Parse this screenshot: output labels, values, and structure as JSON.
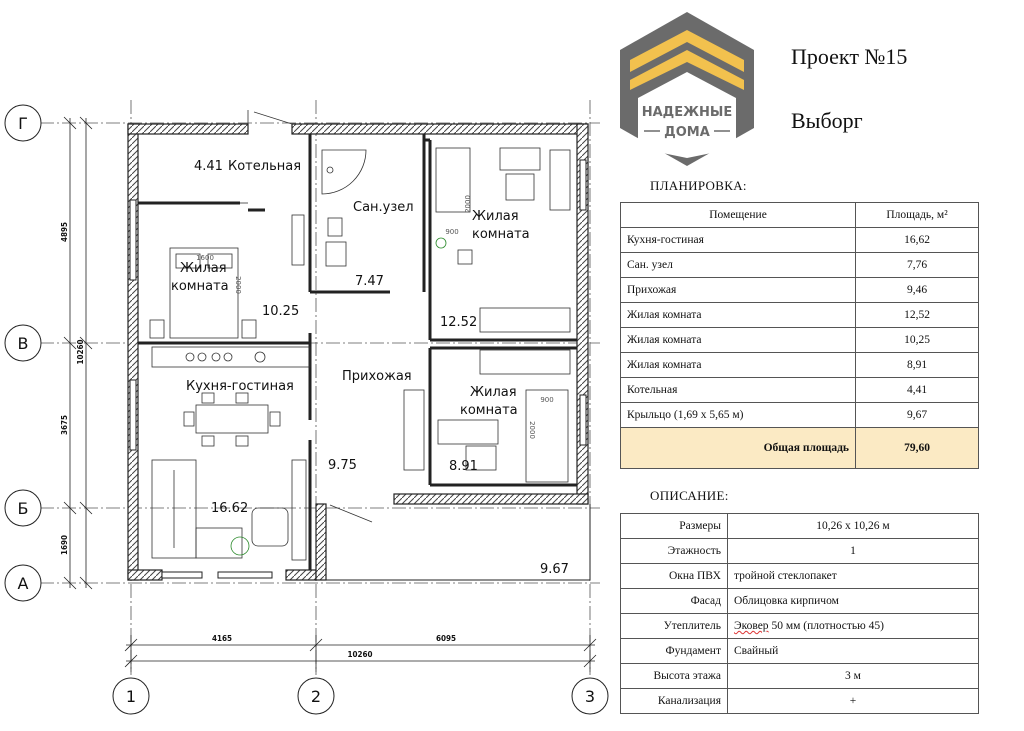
{
  "header": {
    "project_title": "Проект №15",
    "city": "Выборг",
    "logo_line1": "НАДЕЖНЫЕ",
    "logo_line2": "ДОМА"
  },
  "plan": {
    "axes_rows": [
      "Г",
      "В",
      "Б",
      "А"
    ],
    "axes_cols": [
      "1",
      "2",
      "3"
    ],
    "dims_left": {
      "d1": "4895",
      "d2": "3675",
      "d3": "1690",
      "total": "10260"
    },
    "dims_bottom": {
      "d1": "4165",
      "d2": "6095",
      "total": "10260"
    },
    "rooms": {
      "boiler_name": "Котельная",
      "boiler_area": "4.41",
      "bath_name": "Сан.узел",
      "bath_area": "7.47",
      "bed_ne_line1": "Жилая",
      "bed_ne_line2": "комната",
      "bed_ne_area": "12.52",
      "bed_w_line1": "Жилая",
      "bed_w_line2": "комната",
      "bed_w_area": "10.25",
      "kitchen_name": "Кухня-гостиная",
      "kitchen_area": "16.62",
      "hall_name": "Прихожая",
      "hall_area": "9.75",
      "bed_se_line1": "Жилая",
      "bed_se_line2": "комната",
      "bed_se_area": "8.91",
      "porch_area": "9.67"
    },
    "furniture_dims": {
      "bed_w_width": "1600",
      "bed_w_length": "2000",
      "bed_ne_length": "2000",
      "bed_ne_width": "900",
      "bed_se_width": "900",
      "bed_se_length": "2000"
    }
  },
  "planning": {
    "heading": "ПЛАНИРОВКА:",
    "col_room": "Помещение",
    "col_area": "Площадь, м²",
    "rows": [
      {
        "room": "Кухня-гостиная",
        "area": "16,62"
      },
      {
        "room": "Сан. узел",
        "area": "7,76"
      },
      {
        "room": "Прихожая",
        "area": "9,46"
      },
      {
        "room": "Жилая комната",
        "area": "12,52"
      },
      {
        "room": "Жилая комната",
        "area": "10,25"
      },
      {
        "room": "Жилая комната",
        "area": "8,91"
      },
      {
        "room": "Котельная",
        "area": "4,41"
      },
      {
        "room": "Крыльцо (1,69 х 5,65 м)",
        "area": "9,67"
      }
    ],
    "total_label": "Общая площадь",
    "total_value": "79,60"
  },
  "description": {
    "heading": "ОПИСАНИЕ:",
    "rows": [
      {
        "param": "Размеры",
        "value": "10,26 х 10,26 м"
      },
      {
        "param": "Этажность",
        "value": "1"
      },
      {
        "param": "Окна ПВХ",
        "value": "тройной стеклопакет"
      },
      {
        "param": "Фасад",
        "value": "Облицовка кирпичом"
      },
      {
        "param": "Утеплитель",
        "value_word": "Эковер",
        "value_rest": " 50 мм (плотностью 45)"
      },
      {
        "param": "Фундамент",
        "value": "Свайный"
      },
      {
        "param": "Высота этажа",
        "value": "3 м"
      },
      {
        "param": "Канализация",
        "value": "+"
      }
    ]
  },
  "colors": {
    "logo_dark": "#6b6b6b",
    "logo_gold": "#f2c14e",
    "total_row_bg": "#fbeac4",
    "wall": "#222222"
  }
}
